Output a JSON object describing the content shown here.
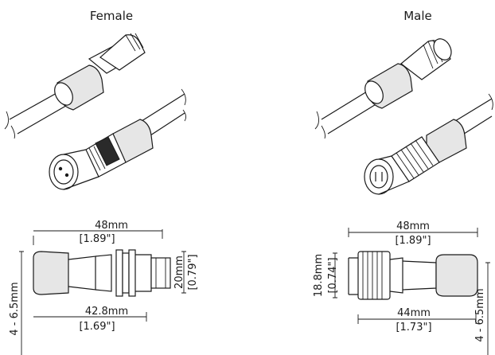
{
  "titles": {
    "female": "Female",
    "male": "Male"
  },
  "female": {
    "overall_length": "48mm",
    "overall_length_in": "[1.89\"]",
    "body_length": "42.8mm",
    "body_length_in": "[1.69\"]",
    "diameter": "20mm",
    "diameter_in": "[0.79\"]",
    "cable_range": "4 - 6.5mm"
  },
  "male": {
    "overall_length": "48mm",
    "overall_length_in": "[1.89\"]",
    "body_length": "44mm",
    "body_length_in": "[1.73\"]",
    "diameter": "18.8mm",
    "diameter_in": "[0.74\"]",
    "cable_range": "4 - 6.5mm"
  },
  "colors": {
    "line": "#1a1a1a",
    "sleeve": "#e6e6e6",
    "background": "#ffffff"
  }
}
